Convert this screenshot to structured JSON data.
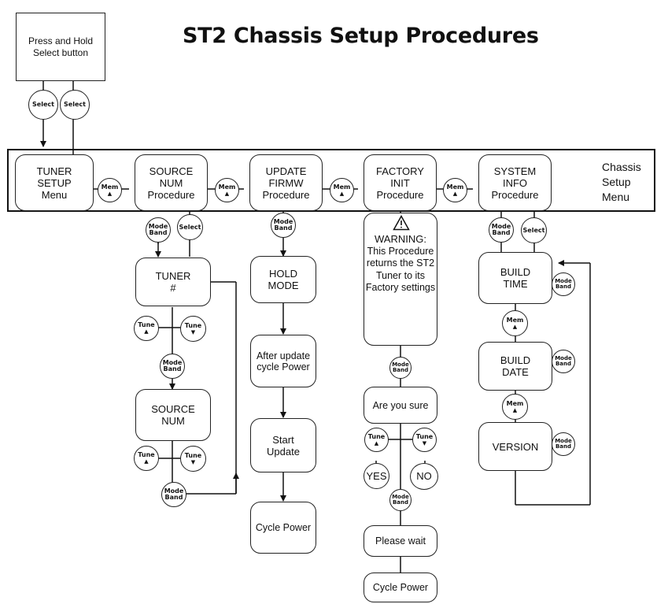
{
  "title": "ST2 Chassis Setup Procedures",
  "start_box": "Press and Hold\nSelect button",
  "side_label": "Chassis\nSetup\nMenu",
  "menu": {
    "tuner_setup": "TUNER\nSETUP\nMenu",
    "source_num": "SOURCE\nNUM\nProcedure",
    "update_firmw": "UPDATE\nFIRMW\nProcedure",
    "factory_init": "FACTORY\nINIT\nProcedure",
    "system_info": "SYSTEM\nINFO\nProcedure"
  },
  "tuner_branch": {
    "tuner_num": "TUNER\n#",
    "source_num": "SOURCE\nNUM"
  },
  "firmware_branch": {
    "hold_mode": "HOLD\nMODE",
    "after_update": "After update\ncycle Power",
    "start_update": "Start\nUpdate",
    "cycle_power": "Cycle Power"
  },
  "factory_branch": {
    "warning_title": "WARNING:",
    "warning_body": "This Procedure returns the ST2 Tuner to its Factory settings",
    "are_you_sure": "Are you sure",
    "yes": "YES",
    "no": "NO",
    "please_wait": "Please wait",
    "cycle_power": "Cycle Power"
  },
  "info_branch": {
    "build_time": "BUILD\nTIME",
    "build_date": "BUILD\nDATE",
    "version": "VERSION"
  },
  "buttons": {
    "select": "Select",
    "mem": "Mem",
    "mode": "Mode",
    "band": "Band",
    "tune": "Tune",
    "up": "▲",
    "down": "▼"
  }
}
